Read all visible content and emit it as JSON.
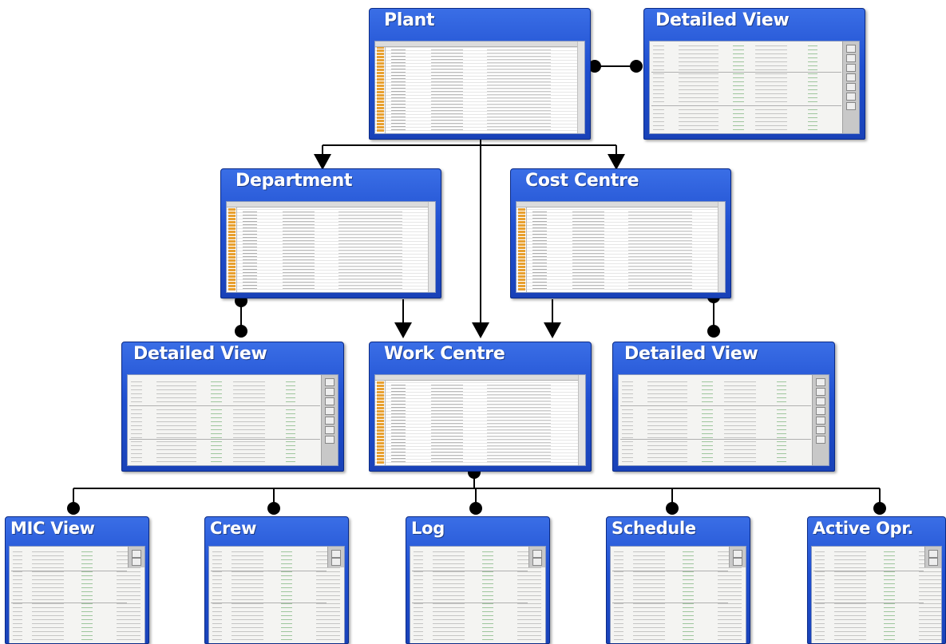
{
  "panels": {
    "plant": {
      "title": "Plant"
    },
    "detail_top": {
      "title": "Detailed View"
    },
    "department": {
      "title": "Department"
    },
    "cost_centre": {
      "title": "Cost Centre"
    },
    "detail_left": {
      "title": "Detailed View"
    },
    "work_centre": {
      "title": "Work Centre"
    },
    "detail_right": {
      "title": "Detailed View"
    },
    "mic_view": {
      "title": "MIC View"
    },
    "crew": {
      "title": "Crew"
    },
    "log": {
      "title": "Log"
    },
    "schedule": {
      "title": "Schedule"
    },
    "active_opr": {
      "title": "Active Opr."
    }
  },
  "colors": {
    "panel_blue": "#1f4fd0",
    "title_text": "#ffffff",
    "connector": "#000000"
  },
  "icons": {
    "grid_thumbnail": "table-grid-icon",
    "detail_thumbnail": "detail-form-icon"
  }
}
